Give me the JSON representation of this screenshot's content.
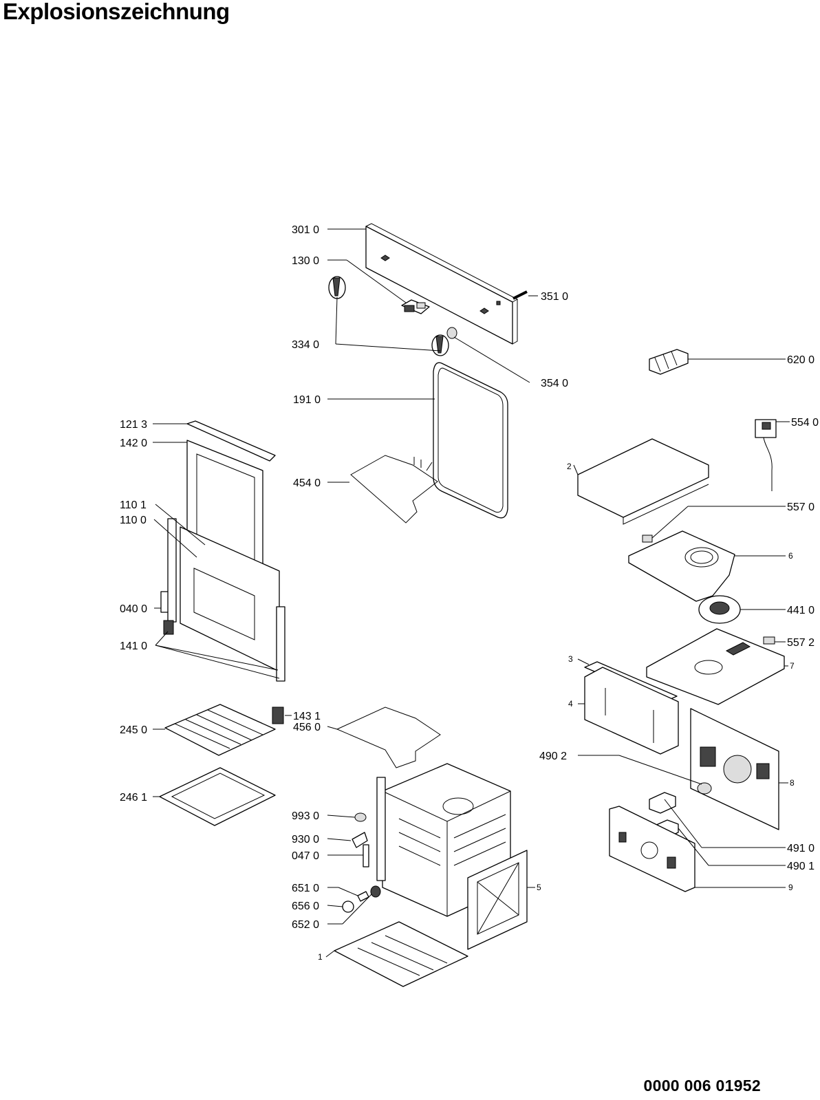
{
  "title": "Explosionszeichnung",
  "document_number": "0000 006 01952",
  "part_labels": [
    {
      "id": "301 0"
    },
    {
      "id": "130 0"
    },
    {
      "id": "351 0"
    },
    {
      "id": "334 0"
    },
    {
      "id": "354 0"
    },
    {
      "id": "620 0"
    },
    {
      "id": "191 0"
    },
    {
      "id": "121 3"
    },
    {
      "id": "554 0"
    },
    {
      "id": "142 0"
    },
    {
      "id": "454 0"
    },
    {
      "id": "2"
    },
    {
      "id": "110 1"
    },
    {
      "id": "110 0"
    },
    {
      "id": "557 0"
    },
    {
      "id": "6"
    },
    {
      "id": "040 0"
    },
    {
      "id": "441 0"
    },
    {
      "id": "141 0"
    },
    {
      "id": "557 2"
    },
    {
      "id": "3"
    },
    {
      "id": "7"
    },
    {
      "id": "143 1"
    },
    {
      "id": "4"
    },
    {
      "id": "245 0"
    },
    {
      "id": "456 0"
    },
    {
      "id": "490 2"
    },
    {
      "id": "8"
    },
    {
      "id": "246 1"
    },
    {
      "id": "993 0"
    },
    {
      "id": "930 0"
    },
    {
      "id": "491 0"
    },
    {
      "id": "047 0"
    },
    {
      "id": "490 1"
    },
    {
      "id": "651 0"
    },
    {
      "id": "5"
    },
    {
      "id": "9"
    },
    {
      "id": "656 0"
    },
    {
      "id": "652 0"
    },
    {
      "id": "1"
    }
  ]
}
